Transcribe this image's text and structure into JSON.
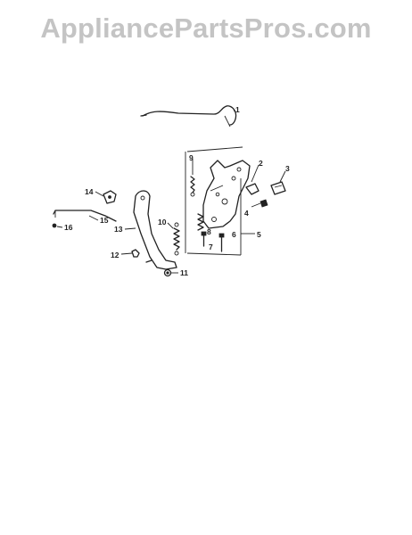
{
  "watermark": "AppliancePartsPros.com",
  "header_fragment": "",
  "callouts": [
    {
      "id": "c1",
      "label": "1"
    },
    {
      "id": "c2",
      "label": "2"
    },
    {
      "id": "c3",
      "label": "3"
    },
    {
      "id": "c4",
      "label": "4"
    },
    {
      "id": "c5",
      "label": "5"
    },
    {
      "id": "c6",
      "label": "6"
    },
    {
      "id": "c7",
      "label": "7"
    },
    {
      "id": "c8",
      "label": "8"
    },
    {
      "id": "c9",
      "label": "9"
    },
    {
      "id": "c10",
      "label": "10"
    },
    {
      "id": "c11",
      "label": "11"
    },
    {
      "id": "c12",
      "label": "12"
    },
    {
      "id": "c13",
      "label": "13"
    },
    {
      "id": "c14",
      "label": "14"
    },
    {
      "id": "c15",
      "label": "15"
    },
    {
      "id": "c16",
      "label": "16"
    }
  ]
}
